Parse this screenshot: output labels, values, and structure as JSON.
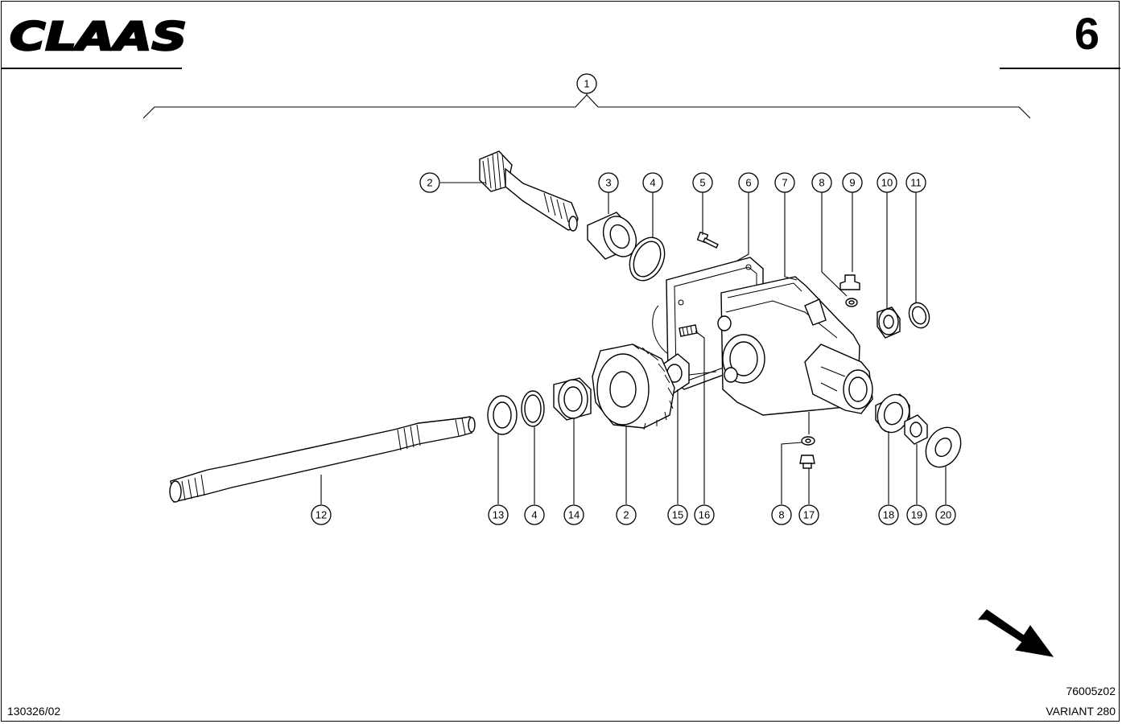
{
  "header": {
    "logo_text": "CLAAS",
    "page_number": "6"
  },
  "footer": {
    "drawing_code": "130326/02",
    "figure_code": "76005z02",
    "model": "VARIANT 280"
  },
  "callouts": [
    {
      "id": "c1",
      "label": "1"
    },
    {
      "id": "c2a",
      "label": "2"
    },
    {
      "id": "c3",
      "label": "3"
    },
    {
      "id": "c4a",
      "label": "4"
    },
    {
      "id": "c5",
      "label": "5"
    },
    {
      "id": "c6",
      "label": "6"
    },
    {
      "id": "c7",
      "label": "7"
    },
    {
      "id": "c8a",
      "label": "8"
    },
    {
      "id": "c9",
      "label": "9"
    },
    {
      "id": "c10",
      "label": "10"
    },
    {
      "id": "c11",
      "label": "11"
    },
    {
      "id": "c12",
      "label": "12"
    },
    {
      "id": "c13",
      "label": "13"
    },
    {
      "id": "c4b",
      "label": "4"
    },
    {
      "id": "c14",
      "label": "14"
    },
    {
      "id": "c2b",
      "label": "2"
    },
    {
      "id": "c15",
      "label": "15"
    },
    {
      "id": "c16",
      "label": "16"
    },
    {
      "id": "c8b",
      "label": "8"
    },
    {
      "id": "c17",
      "label": "17"
    },
    {
      "id": "c18",
      "label": "18"
    },
    {
      "id": "c19",
      "label": "19"
    },
    {
      "id": "c20",
      "label": "20"
    }
  ],
  "icons": [
    "direction-arrow-icon",
    "claas-logo"
  ]
}
